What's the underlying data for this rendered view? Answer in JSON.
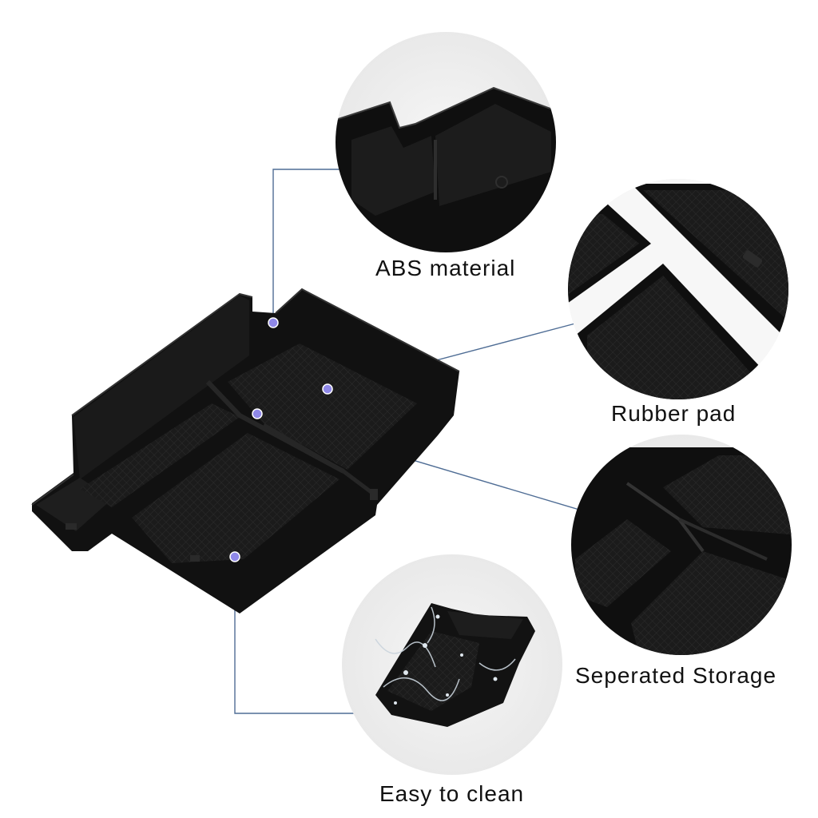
{
  "features": [
    {
      "id": "abs",
      "label": "ABS material"
    },
    {
      "id": "rubber",
      "label": "Rubber pad"
    },
    {
      "id": "storage",
      "label": "Seperated Storage"
    },
    {
      "id": "clean",
      "label": "Easy to clean"
    }
  ],
  "colors": {
    "connector_line": "#4f6d95",
    "marker_dot": "#8f88e8",
    "product": "#121212",
    "circle_bg": "#efefef"
  }
}
